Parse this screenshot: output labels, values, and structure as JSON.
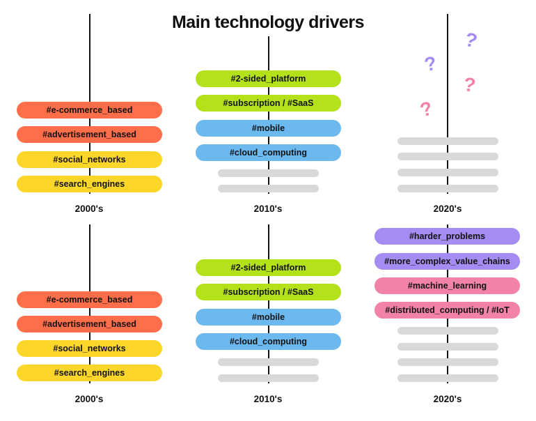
{
  "title": "Main technology drivers",
  "colors": {
    "orange": "#ff6e4a",
    "yellow": "#fcd72a",
    "lime": "#b3e21a",
    "blue": "#6cb9f0",
    "purple": "#a48cf2",
    "pink": "#f282aa",
    "gray": "#d9d9d9"
  },
  "periods": {
    "p2000": "2000's",
    "p2010": "2010's",
    "p2020": "2020's"
  },
  "top": {
    "col2000": [
      "#e-commerce_based",
      "#advertisement_based",
      "#social_networks",
      "#search_engines"
    ],
    "col2010": [
      "#2-sided_platform",
      "#subscription / #SaaS",
      "#mobile",
      "#cloud_computing"
    ]
  },
  "bottom": {
    "col2000": [
      "#e-commerce_based",
      "#advertisement_based",
      "#social_networks",
      "#search_engines"
    ],
    "col2010": [
      "#2-sided_platform",
      "#subscription / #SaaS",
      "#mobile",
      "#cloud_computing"
    ],
    "col2020": [
      "#harder_problems",
      "#more_complex_value_chains",
      "#machine_learning",
      "#distributed_computing / #IoT"
    ]
  },
  "question_mark": "?"
}
